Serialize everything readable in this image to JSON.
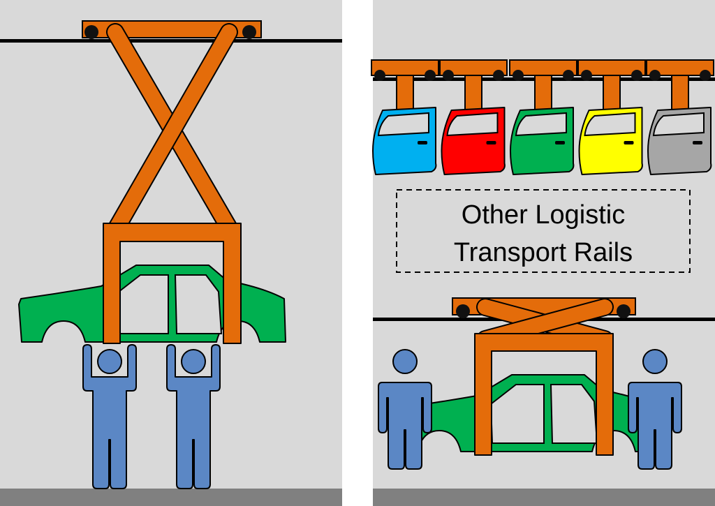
{
  "panels": {
    "left": {
      "name": "raised-lift"
    },
    "right": {
      "name": "lowered-lift"
    }
  },
  "label": {
    "line1": "Other Logistic",
    "line2": "Transport Rails"
  },
  "colors": {
    "background": "#d9d9d9",
    "floor": "#808080",
    "rail": "#000000",
    "frame": "#e46c0a",
    "car_body": "#00b050",
    "worker": "#5b87c5",
    "divider": "#ffffff"
  },
  "doors": [
    {
      "color": "#00b0f0",
      "name": "door-blue"
    },
    {
      "color": "#ff0000",
      "name": "door-red"
    },
    {
      "color": "#00b050",
      "name": "door-green"
    },
    {
      "color": "#ffff00",
      "name": "door-yellow"
    },
    {
      "color": "#a6a6a6",
      "name": "door-gray"
    }
  ],
  "icons": {
    "car": "car-body-icon",
    "worker": "worker-icon",
    "trolley": "trolley-icon",
    "door": "car-door-icon"
  }
}
